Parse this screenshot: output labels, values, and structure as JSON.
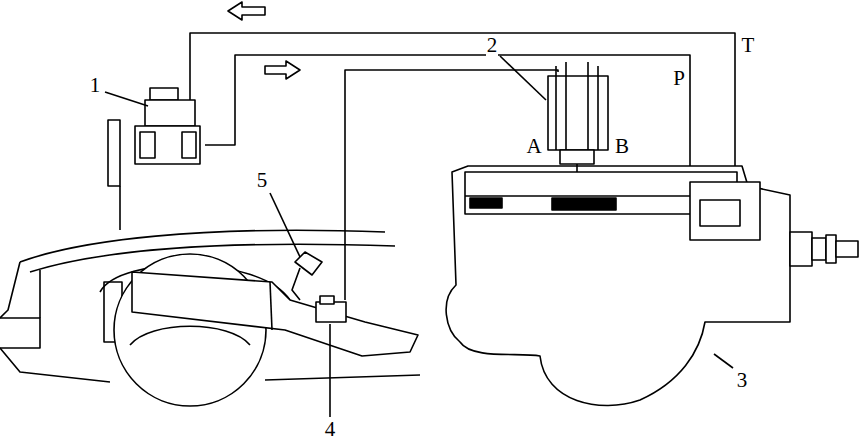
{
  "diagram": {
    "labels": [
      "1",
      "2",
      "3",
      "4",
      "5",
      "A",
      "B",
      "T",
      "P"
    ]
  }
}
